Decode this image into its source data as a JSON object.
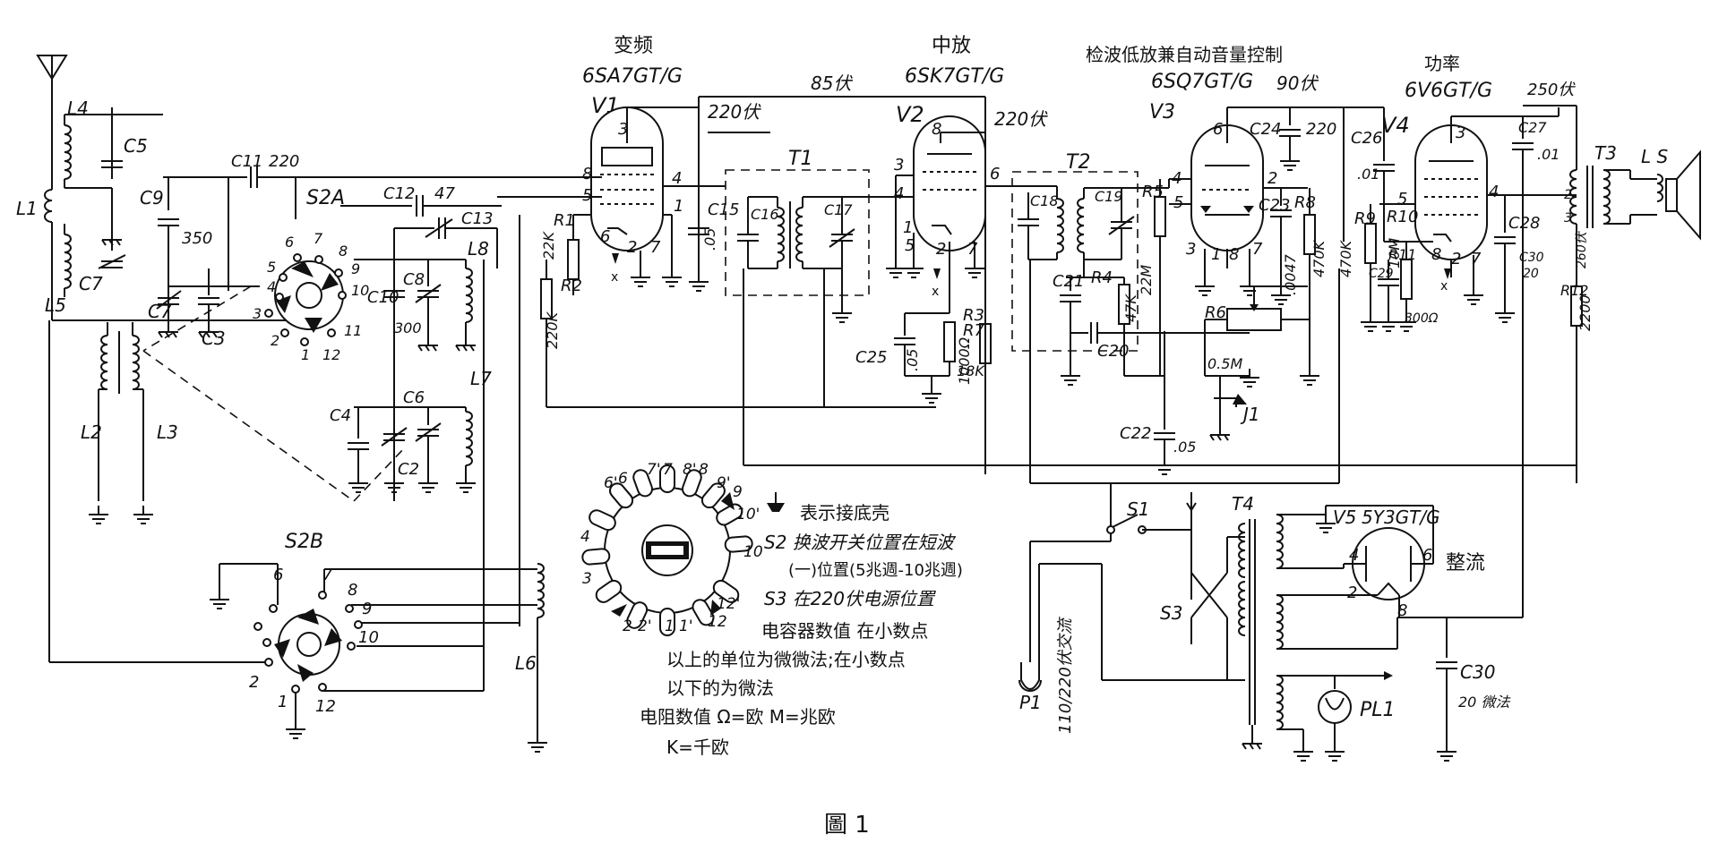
{
  "figure_caption": "圖 1",
  "tubes": [
    {
      "id": "V1",
      "type": "6SA7GT/G",
      "function": "变频"
    },
    {
      "id": "V2",
      "type": "6SK7GT/G",
      "function": "中放"
    },
    {
      "id": "V3",
      "type": "6SQ7GT/G",
      "function": "检波低放兼自动音量控制"
    },
    {
      "id": "V4",
      "type": "6V6GT/G",
      "function": "功率"
    },
    {
      "id": "V5",
      "type": "5Y3GT/G",
      "function": "整流"
    }
  ],
  "voltages": {
    "v85": "85伏",
    "v220a": "220伏",
    "v220b": "220伏",
    "v90": "90伏",
    "v250": "250伏",
    "v260": "260伏"
  },
  "components": {
    "L1": "L1",
    "L2": "L2",
    "L3": "L3",
    "L4": "L4",
    "L5": "L5",
    "L6": "L6",
    "L7": "L7",
    "L8": "L8",
    "LS": "L S",
    "C2": "C2",
    "C3": "C3",
    "C4": "C4",
    "C5": "C5",
    "C6": "C6",
    "C7": "C7",
    "C8": "C8",
    "C9": "C9",
    "C10": "C10",
    "C11": "C11",
    "C12": "C12",
    "C13": "C13",
    "C15": "C15",
    "C16": "C16",
    "C17": "C17",
    "C18": "C18",
    "C19": "C19",
    "C20": "C20",
    "C21": "C21",
    "C22": "C22",
    "C23": "C23",
    "C24": "C24",
    "C25": "C25",
    "C26": "C26",
    "C27": "C27",
    "C28": "C28",
    "C29": "C29",
    "C30": "C30",
    "R1": "R1",
    "R2": "R2",
    "R3": "R3",
    "R4": "R4",
    "R5": "R5",
    "R6": "R6",
    "R7": "R7",
    "R8": "R8",
    "R9": "R9",
    "R10": "R10",
    "R11": "R11",
    "R12": "R12",
    "T1": "T1",
    "T2": "T2",
    "T3": "T3",
    "T4": "T4",
    "S1": "S1",
    "S2A": "S2A",
    "S2B": "S2B",
    "S3": "S3",
    "J1": "J1",
    "P1": "P1",
    "PL1": "PL1"
  },
  "values": {
    "c11": "220",
    "c9": "350",
    "c12": "47",
    "c10": "300",
    "c15": ".05",
    "c25": ".05",
    "c22": ".05",
    "c24": "220",
    "c23": ".0047",
    "c26": ".01",
    "c27": ".01",
    "c30": "20",
    "c_filter": "20 微法",
    "r1": "22K",
    "r2": "220K",
    "r7": "1000Ω",
    "r3": "18K",
    "r4": "47K",
    "r5": "22M",
    "r6": "0.5M",
    "r8": "470K",
    "r9": "470K",
    "r10": "10M",
    "r11": "300Ω",
    "r12": "2200"
  },
  "mains": "110/220伏交流",
  "wafer_labels": [
    "6'",
    "6",
    "7'",
    "7",
    "8'",
    "8",
    "9'",
    "9",
    "10'",
    "10",
    "12'",
    "12",
    "1'",
    "1",
    "2'",
    "2",
    "3",
    "4"
  ],
  "legend": {
    "ground": "表示接底壳",
    "s2_note": "S2 换波开关位置在短波",
    "s2_note2": "(一)位置(5兆週-10兆週)",
    "s3_note": "S3 在220伏电源位置",
    "cap_note1": "电容器数值 在小数点",
    "cap_note2": "以上的单位为微微法;在小数点",
    "cap_note3": "以下的为微法",
    "res_note1": "电阻数值  Ω=欧  M=兆欧",
    "res_note2": "K=千欧"
  }
}
